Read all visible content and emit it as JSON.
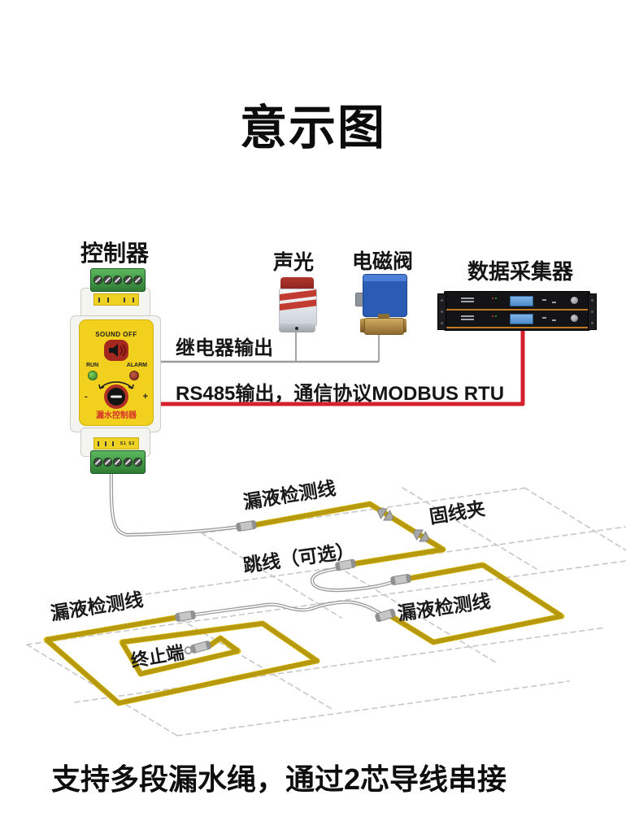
{
  "title": "意示图",
  "caption": "支持多段漏水绳，通过2芯导线串接",
  "devices": {
    "controller": {
      "label": "控制器",
      "sound_off": "SOUND OFF",
      "run": "RUN",
      "alarm": "ALARM",
      "knob_minus": "-",
      "knob_plus": "+",
      "product_name": "漏水控制器",
      "terminal_s1s2": "S1 S2"
    },
    "siren": {
      "label": "声光"
    },
    "valve": {
      "label": "电磁阀"
    },
    "collector": {
      "label": "数据采集器"
    }
  },
  "connections": {
    "relay_output": "继电器输出",
    "rs485_output": "RS485输出，通信协议MODBUS RTU"
  },
  "floor_labels": {
    "detection_line_top": "漏液检测线",
    "cable_clamp": "固线夹",
    "jumper_optional": "跳线（可选）",
    "detection_line_left": "漏液检测线",
    "detection_line_right": "漏液检测线",
    "terminator": "终止端"
  },
  "colors": {
    "rope_yellow": "#e6c51f",
    "panel_yellow": "#f1d01e",
    "rs485_red": "#d5212e",
    "wire_gray": "#9a9a9a"
  }
}
